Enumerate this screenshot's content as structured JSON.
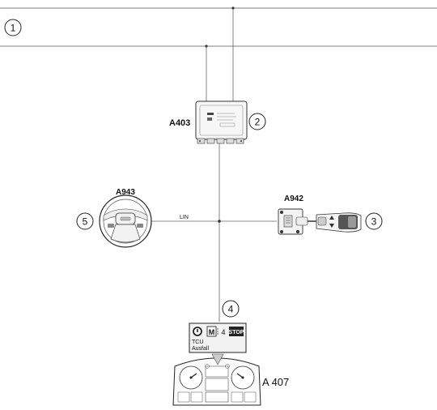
{
  "callouts": [
    "1",
    "2",
    "3",
    "4",
    "5"
  ],
  "components": {
    "ecu": "A403",
    "steering_wheel": "A943",
    "stalk_switch": "A942",
    "cluster": "A 407"
  },
  "bus_label": "LIN",
  "display": {
    "gear_mode": "M",
    "gear": "4",
    "stop": "STOP",
    "line1": "TCU",
    "line2": "Ausfall"
  }
}
